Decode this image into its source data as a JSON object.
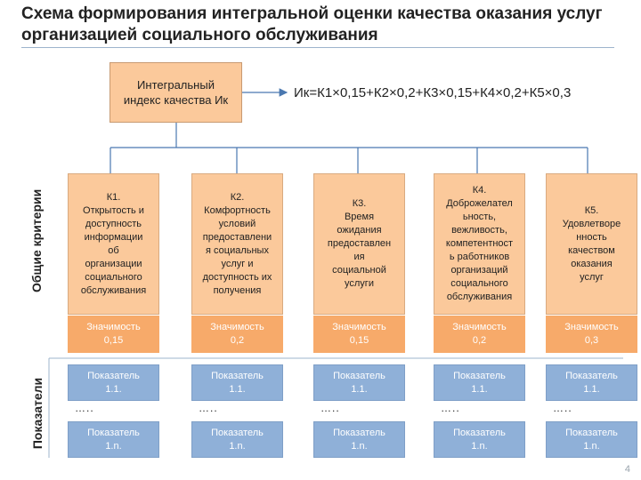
{
  "title": "Схема формирования интегральной оценки качества оказания услуг организацией социального обслуживания",
  "root": {
    "label": "Интегральный индекс качества Ик"
  },
  "formula": "Ик=К1×0,15+К2×0,2+К3×0,15+К4×0,2+К5×0,3",
  "side_labels": {
    "criteria": "Общие критерии",
    "indicators": "Показатели"
  },
  "criteria": [
    {
      "text": "К1.\nОткрытость и\nдоступность\nинформации\nоб\nорганизации\nсоциального\nобслуживания",
      "significance": "Значимость\n0,15",
      "indicator_first": "Показатель\n1.1.",
      "dots": "…..",
      "indicator_last": "Показатель\n1.n."
    },
    {
      "text": "К2.\nКомфортность\nусловий\nпредоставлени\nя социальных\nуслуг и\nдоступность их\nполучения",
      "significance": "Значимость\n0,2",
      "indicator_first": "Показатель\n1.1.",
      "dots": "…..",
      "indicator_last": "Показатель\n1.n."
    },
    {
      "text": "К3.\nВремя\nожидания\nпредоставлен\nия\nсоциальной\nуслуги",
      "significance": "Значимость\n0,15",
      "indicator_first": "Показатель\n1.1.",
      "dots": "…..",
      "indicator_last": "Показатель\n1.n."
    },
    {
      "text": "К4.\nДоброжелател\nьность,\nвежливость,\nкомпетентност\nь работников\nорганизаций\nсоциального\nобслуживания",
      "significance": "Значимость\n0,2",
      "indicator_first": "Показатель\n1.1.",
      "dots": "…..",
      "indicator_last": "Показатель\n1.n."
    },
    {
      "text": "К5.\nУдовлетворе\nнность\nкачеством\nоказания\nуслуг",
      "significance": "Значимость\n0,3",
      "indicator_first": "Показатель\n1.1.",
      "dots": "…..",
      "indicator_last": "Показатель\n1.n."
    }
  ],
  "page_number": "4"
}
